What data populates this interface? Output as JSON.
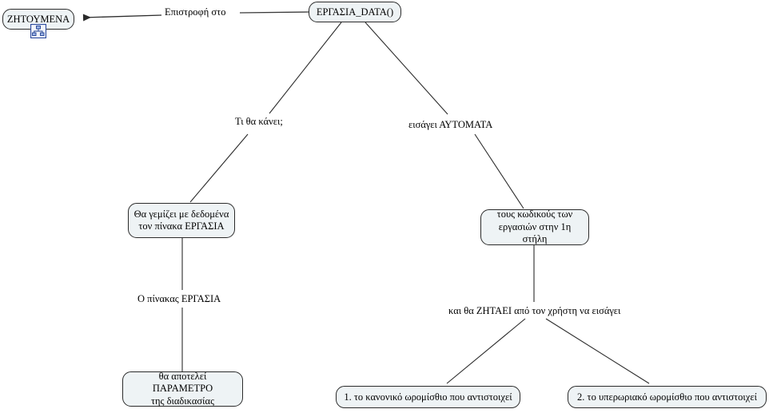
{
  "diagram": {
    "title": "ΕΡΓΑΣΙΑ_DATA()",
    "type": "concept-map",
    "language": "el",
    "node_fill_color": "#eef3f5",
    "node_border_color": "#2b2b2b",
    "edge_color": "#3a3a3a",
    "background_color": "#ffffff",
    "nodes": [
      {
        "id": "zitoumena",
        "label": "ΖΗΤΟΥΜΕΝΑ",
        "has_submap_icon": true
      },
      {
        "id": "ergasia_data",
        "label": "ΕΡΓΑΣΙΑ_DATA()",
        "has_submap_icon": false
      },
      {
        "id": "gemizei",
        "label": "Θα γεμίζει με δεδομένα\nτον πίνακα ΕΡΓΑΣΙΑ",
        "has_submap_icon": false
      },
      {
        "id": "kodikoi",
        "label": "τους κωδικούς των\nεργασιών στην 1η στήλη",
        "has_submap_icon": false
      },
      {
        "id": "parametro",
        "label": "θα αποτελεί ΠΑΡΑΜΕΤΡΟ\nτης διαδικασίας",
        "has_submap_icon": false
      },
      {
        "id": "kanoniko",
        "label": "1. το κανονικό ωρομίσθιο που αντιστοιχεί",
        "has_submap_icon": false
      },
      {
        "id": "yperoriako",
        "label": "2. το υπερωριακό ωρομίσθιο που αντιστοιχεί",
        "has_submap_icon": false
      }
    ],
    "edge_labels": [
      {
        "id": "epistrofi",
        "label": "Επιστροφή στο",
        "from": "ergasia_data",
        "to": "zitoumena"
      },
      {
        "id": "ti_tha_kanei",
        "label": "Τι θα κάνει;",
        "from": "ergasia_data",
        "to": "gemizei"
      },
      {
        "id": "eisagei_automata",
        "label": "εισάγει ΑΥΤΟΜΑΤΑ",
        "from": "ergasia_data",
        "to": "kodikoi"
      },
      {
        "id": "o_pinakas",
        "label": "Ο πίνακας ΕΡΓΑΣΙΑ",
        "from": "gemizei",
        "to": "parametro"
      },
      {
        "id": "zitaei",
        "label": "και θα ΖΗΤΑΕΙ από τον χρήστη να εισάγει",
        "from": "kodikoi",
        "to": "kanoniko, yperoriako"
      }
    ],
    "icons": {
      "submap": "hierarchy-nodes-icon",
      "arrow": "arrowhead-left-icon"
    }
  }
}
